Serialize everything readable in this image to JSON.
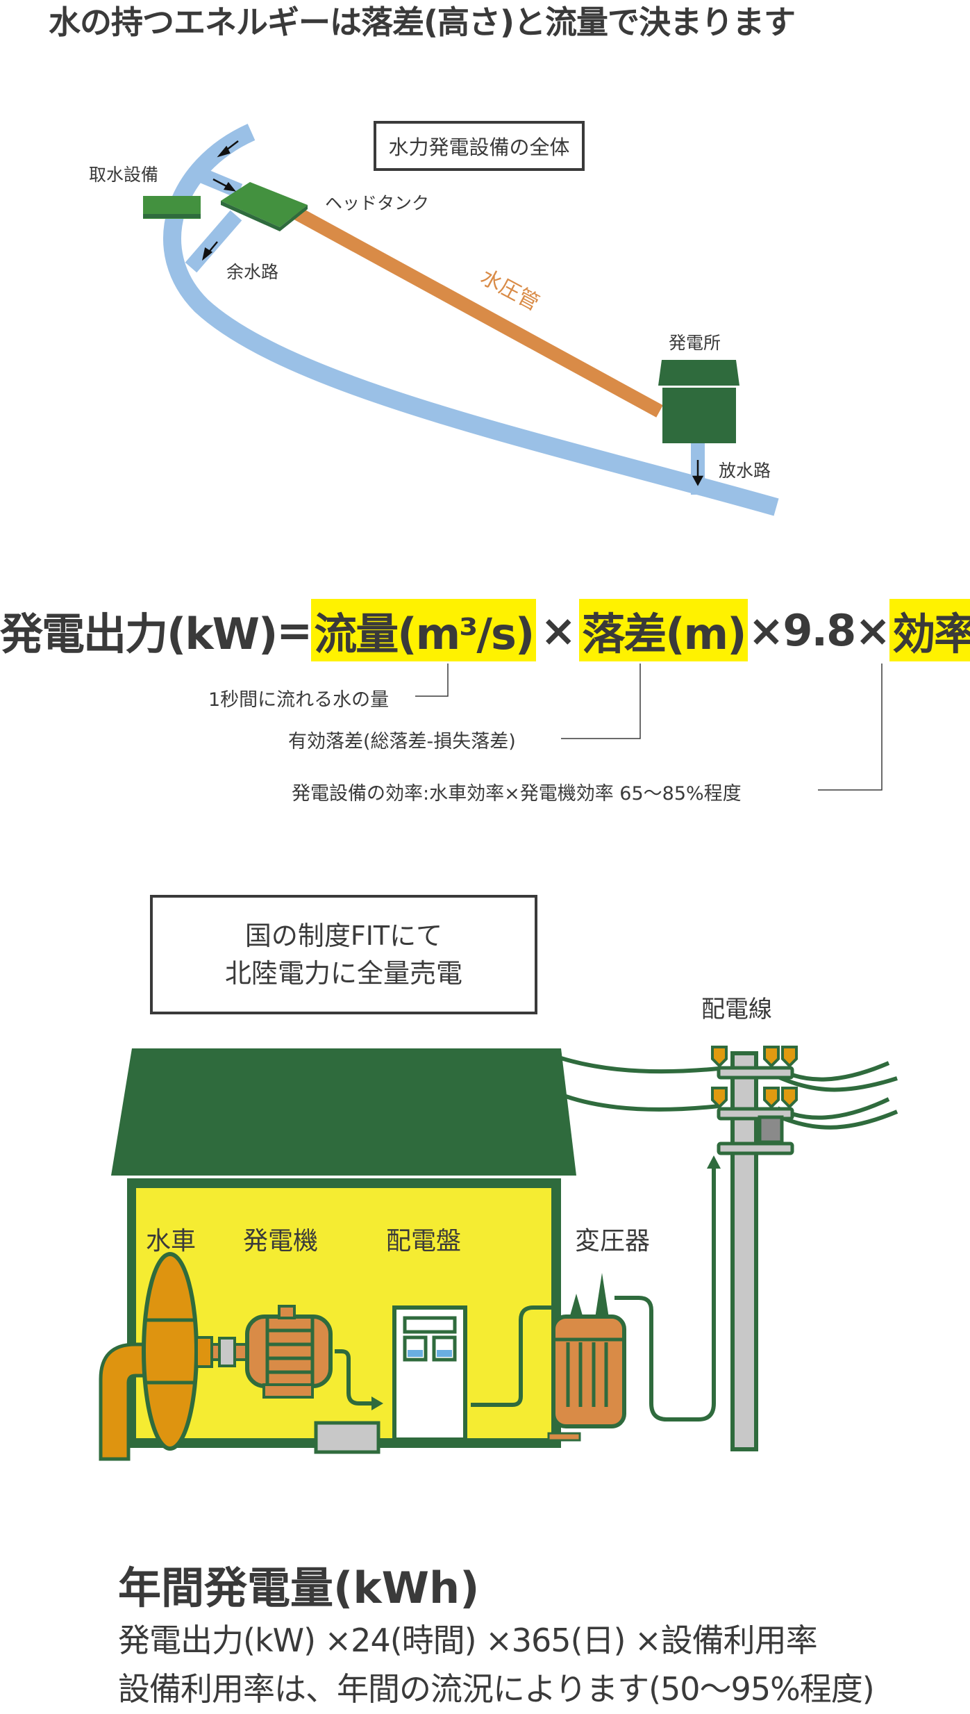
{
  "headline": "水の持つエネルギーは落差(高さ)と流量で決まります",
  "overview_diagram": {
    "title": "水力発電設備の全体",
    "labels": {
      "intake": "取水設備",
      "head_tank": "ヘッドタンク",
      "spillway": "余水路",
      "penstock": "水圧管",
      "power_station": "発電所",
      "tailrace": "放水路"
    },
    "colors": {
      "water": "#9ac0e6",
      "penstock": "#d98b47",
      "green": "#2f6b3d",
      "green_light": "#43913f"
    }
  },
  "formula": {
    "lhs": "発電出力(kW)",
    "equals": "=",
    "term_flow": "流量(m³/s)",
    "times1": "×",
    "term_head": "落差(m)",
    "times_const": "×9.8×",
    "term_efficiency": "効率",
    "highlight_color": "#fff200",
    "notes": {
      "flow": "1秒間に流れる水の量",
      "head": "有効落差(総落差-損失落差)",
      "efficiency": "発電設備の効率:水車効率×発電機効率 65〜85%程度"
    }
  },
  "facility_diagram": {
    "sales_box_line1": "国の制度FITにて",
    "sales_box_line2": "北陸電力に全量売電",
    "distribution_line": "配電線",
    "water_turbine": "水車",
    "generator": "発電機",
    "switchboard": "配電盤",
    "transformer": "変圧器",
    "colors": {
      "wall": "#f5ec32",
      "roof": "#2f6b3d",
      "turbine": "#de9410",
      "generator": "#d98b47",
      "pole": "#c8c8c8",
      "insulator": "#e09a10"
    }
  },
  "annual": {
    "title": "年間発電量(kWh)",
    "line1": "発電出力(kW) ×24(時間) ×365(日) ×設備利用率",
    "line2": "設備利用率は、年間の流況によります(50〜95%程度)"
  }
}
